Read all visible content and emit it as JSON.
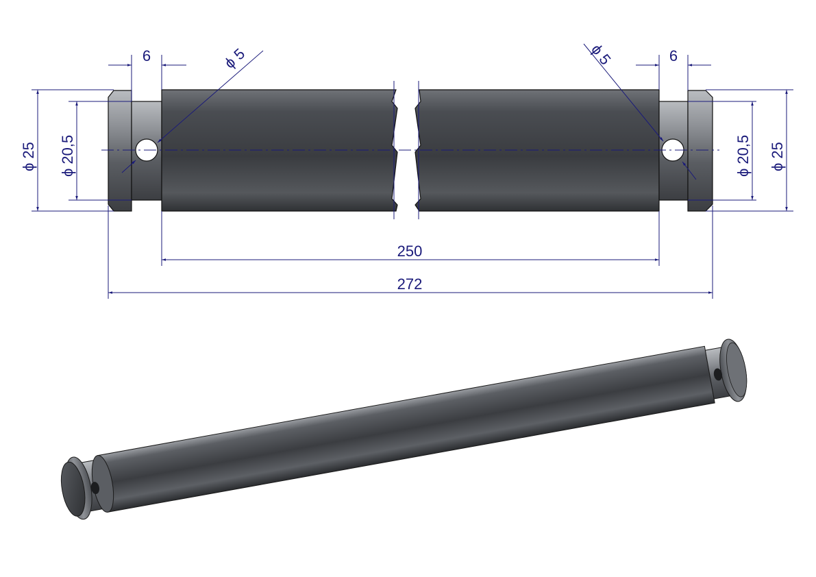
{
  "dimensions": {
    "left_groove_width": "6",
    "right_groove_width": "6",
    "left_hole": "ϕ 5",
    "right_hole": "ϕ 5",
    "left_outer_dia": "ϕ 25",
    "left_inner_dia": "ϕ 20,5",
    "right_inner_dia": "ϕ 20,5",
    "right_outer_dia": "ϕ 25",
    "body_length": "250",
    "overall_length": "272"
  },
  "colors": {
    "dimension": "#1a1a7a",
    "steel_dark": "#2e3034",
    "steel_mid": "#55585d",
    "steel_light": "#8a8d92"
  }
}
